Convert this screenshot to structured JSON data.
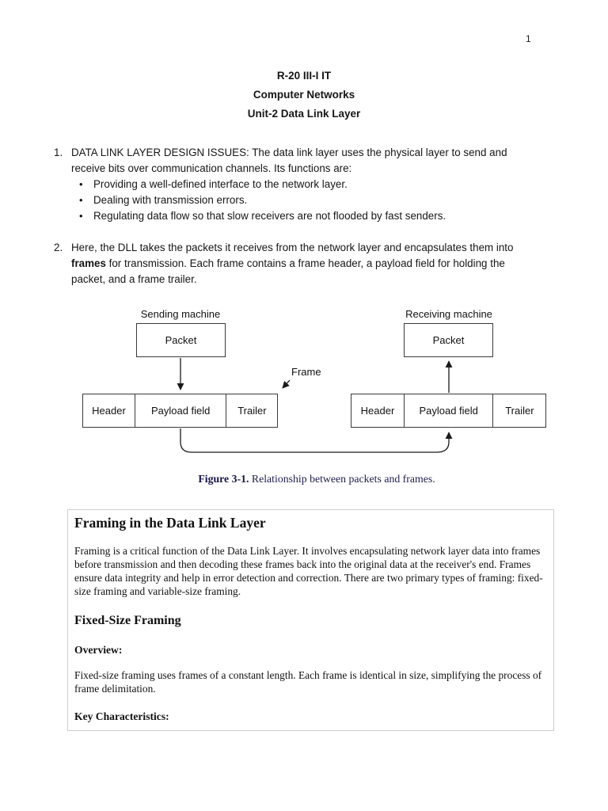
{
  "page": {
    "number": "1"
  },
  "header": {
    "line1": "R-20 III-I IT",
    "line2": "Computer Networks",
    "line3": "Unit-2 Data Link Layer"
  },
  "list": {
    "bullet_char": "•",
    "item1": {
      "number": "1.",
      "text": "DATA LINK LAYER DESIGN ISSUES: The data link layer uses the physical layer to send and receive bits over communication channels. Its functions are:",
      "bullets": [
        "Providing a well-defined interface to the network layer.",
        "Dealing with transmission errors.",
        "Regulating data flow so that slow receivers are not flooded by fast senders."
      ]
    },
    "item2": {
      "number": "2.",
      "pre": "Here, the DLL takes the packets it receives from the network layer and encapsulates them into ",
      "bold": "frames",
      "post": " for transmission. Each frame contains a frame header, a payload field for holding the packet, and a frame trailer."
    }
  },
  "diagram": {
    "sending_label": "Sending machine",
    "receiving_label": "Receiving machine",
    "packet_label": "Packet",
    "frame_label": "Frame",
    "header_label": "Header",
    "payload_label": "Payload field",
    "trailer_label": "Trailer"
  },
  "caption": {
    "bold": "Figure 3-1.",
    "text": "  Relationship between packets and frames."
  },
  "framing_box": {
    "title": "Framing in the Data Link Layer",
    "intro": "Framing is a critical function of the Data Link Layer. It involves encapsulating network layer data into frames before transmission and then decoding these frames back into the original data at the receiver's end. Frames ensure data integrity and help in error detection and correction. There are two primary types of framing: fixed-size framing and variable-size framing.",
    "fixed_size_title": "Fixed-Size Framing",
    "overview_label": "Overview:",
    "overview_text": "Fixed-size framing uses frames of a constant length. Each frame is identical in size, simplifying the process of frame delimitation.",
    "key_characteristics_label": "Key Characteristics:"
  },
  "colors": {
    "caption_text": "#1e1e4e",
    "body_text": "#161616",
    "box_border": "#cfcfcf",
    "diagram_line": "#1a1a1a"
  }
}
